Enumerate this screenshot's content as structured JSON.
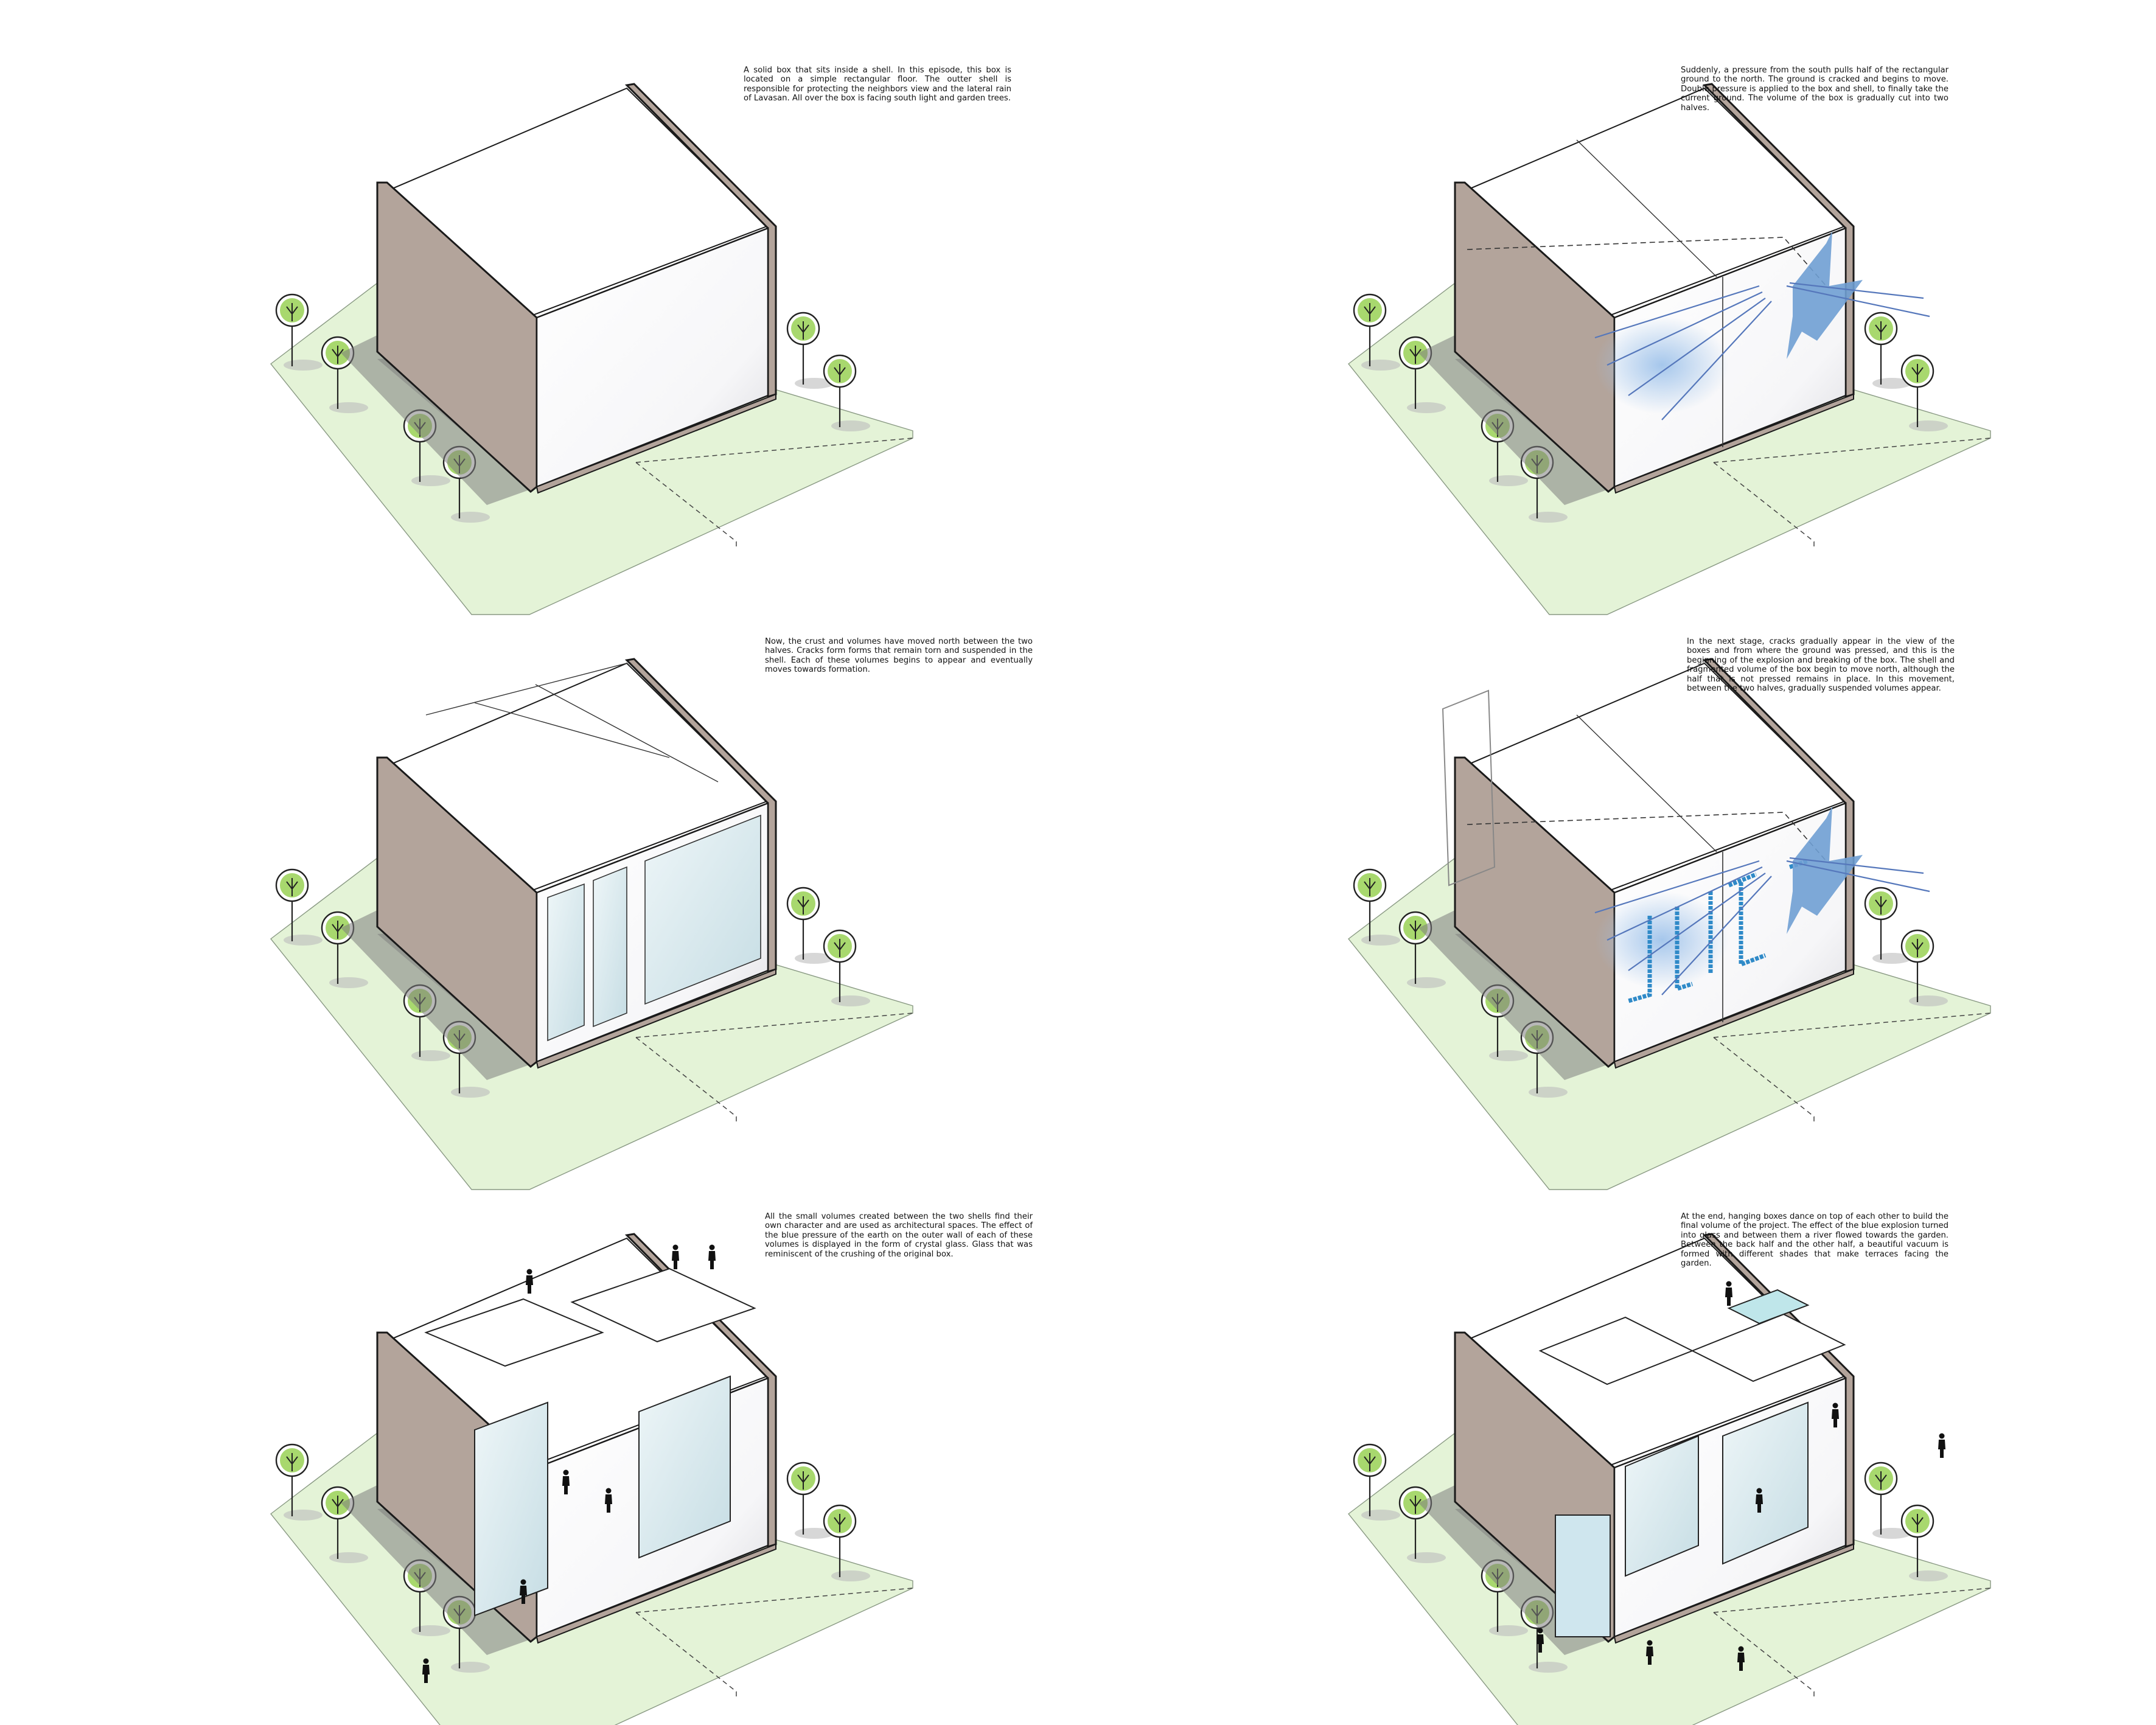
{
  "colors": {
    "ground": "#e4f3d7",
    "shell": "#b3a49b",
    "shell_edge": "#1a1a1a",
    "box_face": "#ffffff",
    "glass": "#dcebf0",
    "pressure_blue": "#6f9fd3",
    "crack_blue": "#2f8ac8",
    "tree_canopy": "#a8d86e",
    "tree_outline": "#222222",
    "shadow": "#9a9a9a"
  },
  "icons": [
    "tree-icon",
    "person-icon",
    "pressure-arrow-icon"
  ],
  "panels": [
    {
      "stage": 1,
      "caption": "A solid box that sits inside a shell. In this episode, this box is located on a simple rectangular floor. The outter shell is responsible for protecting the neighbors view and the lateral rain of Lavasan. All over the box is facing south light and garden trees."
    },
    {
      "stage": 2,
      "caption": "Suddenly, a pressure from the south pulls half of the rectangular ground to the north. The ground is cracked and begins to move. Double pressure is applied to the box and shell, to finally take the current ground. The volume of the box is gradually cut into two halves."
    },
    {
      "stage": 3,
      "caption": "Now, the crust and volumes have moved north between the two halves. Cracks form forms that remain torn and suspended in the shell. Each of these volumes begins to appear and eventually moves towards formation."
    },
    {
      "stage": 4,
      "caption": "In the next stage, cracks gradually appear in the view of the boxes and from where the ground was pressed, and this is the beginning of the explosion and breaking of the box. The shell and fragmented volume of the box begin to move north, although the half that is not pressed remains in place. In this movement, between the two halves, gradually suspended volumes appear."
    },
    {
      "stage": 5,
      "caption": "All the small volumes created between the two shells find their own character and are used as architectural spaces. The effect of the blue pressure of the earth on the outer wall of each of these volumes is displayed in the form of crystal glass. Glass that was reminiscent of the crushing of the original box."
    },
    {
      "stage": 6,
      "caption": "At the end, hanging boxes dance on top of each other to build the final volume of the project. The effect of the blue explosion turned into glass and between them a river flowed towards the garden. Between the back half and the other half, a beautiful vacuum is formed with different shades that make terraces facing the garden."
    }
  ]
}
